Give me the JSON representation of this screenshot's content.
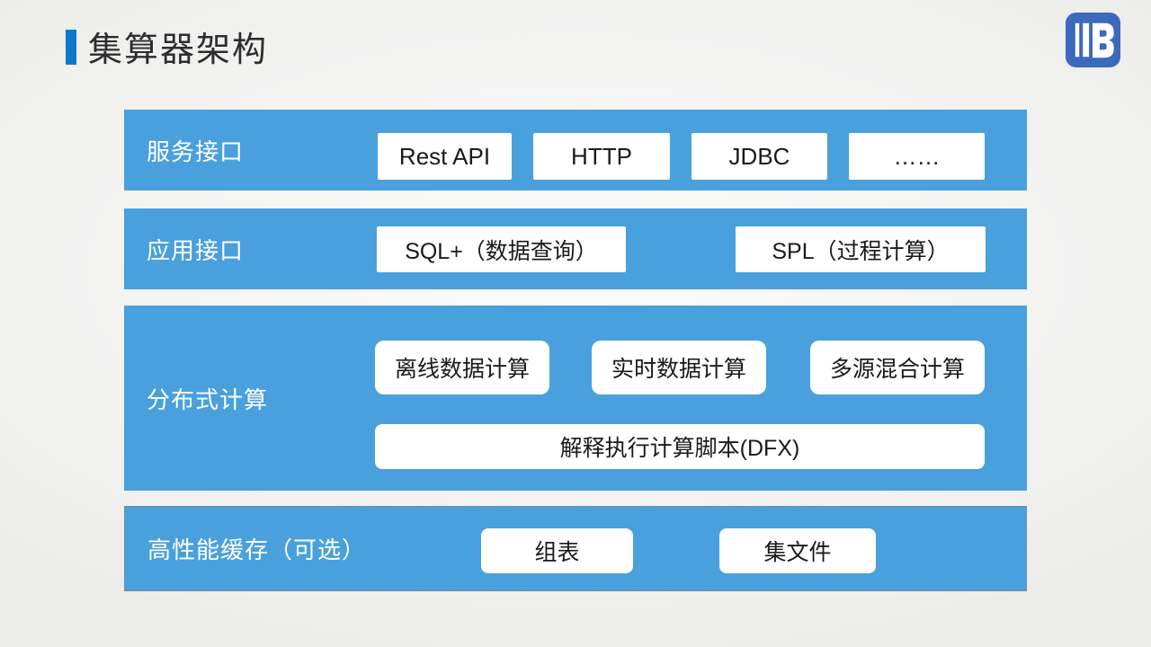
{
  "slide": {
    "title": "集算器架构"
  },
  "colors": {
    "band_blue": "#4aa0dc",
    "title_accent": "#0d78c9",
    "logo_blue": "#3c69bc",
    "background": "#f3f3f2",
    "box_text": "#1a1a1a"
  },
  "logo": {
    "name": "raqsoft-logo"
  },
  "layers": {
    "service": {
      "label": "服务接口",
      "items": [
        "Rest API",
        "HTTP",
        "JDBC",
        "……"
      ]
    },
    "application": {
      "label": "应用接口",
      "items": [
        "SQL+（数据查询）",
        "SPL（过程计算）"
      ]
    },
    "distributed": {
      "label": "分布式计算",
      "row1": [
        "离线数据计算",
        "实时数据计算",
        "多源混合计算"
      ],
      "row2": [
        "解释执行计算脚本(DFX)"
      ]
    },
    "cache": {
      "label": "高性能缓存（可选）",
      "items": [
        "组表",
        "集文件"
      ]
    }
  }
}
